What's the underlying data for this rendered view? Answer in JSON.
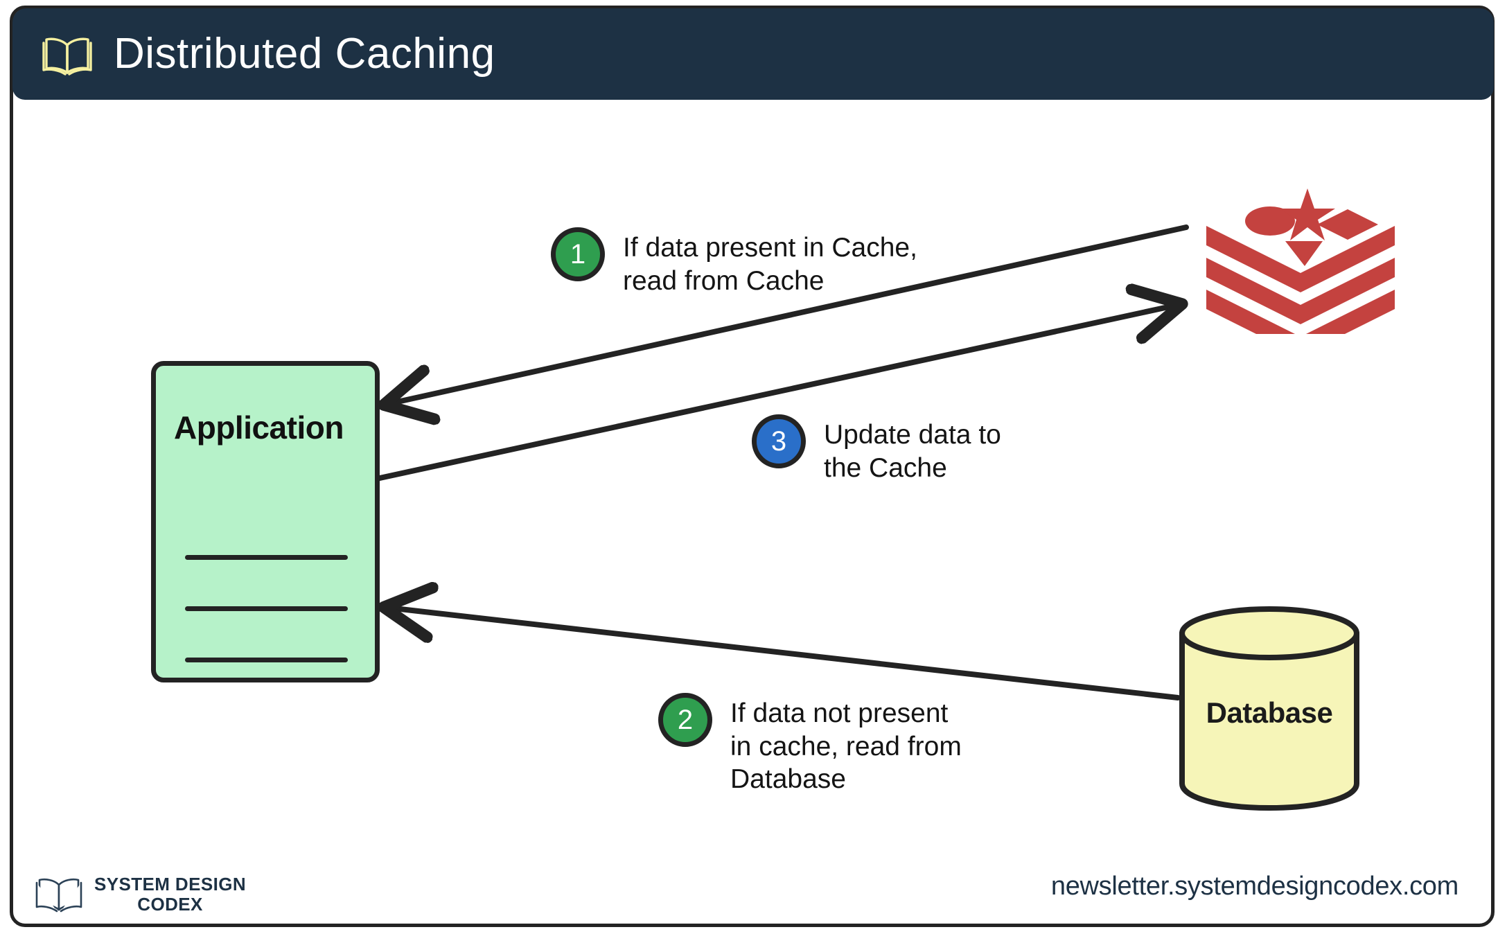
{
  "header": {
    "title": "Distributed Caching",
    "icon": "open-book-icon",
    "background": "#1d3144",
    "title_color": "#ffffff",
    "icon_color": "#f5f0a0"
  },
  "nodes": {
    "application": {
      "label": "Application",
      "fill": "#b6f2c9",
      "stroke": "#232323"
    },
    "database": {
      "label": "Database",
      "fill": "#f6f5b8",
      "stroke": "#232323"
    },
    "cache": {
      "name": "redis-cache-logo",
      "color": "#c4423f"
    }
  },
  "steps": [
    {
      "number": "1",
      "color": "#2f9e4f",
      "text": "If data present in Cache,\nread from Cache"
    },
    {
      "number": "2",
      "color": "#2f9e4f",
      "text": "If data not present\nin cache, read from\nDatabase"
    },
    {
      "number": "3",
      "color": "#2a6fc9",
      "text": "Update data to\nthe Cache"
    }
  ],
  "footer": {
    "brand_line1": "SYSTEM DESIGN",
    "brand_line2": "CODEX",
    "url": "newsletter.systemdesigncodex.com",
    "color": "#1d3144"
  }
}
